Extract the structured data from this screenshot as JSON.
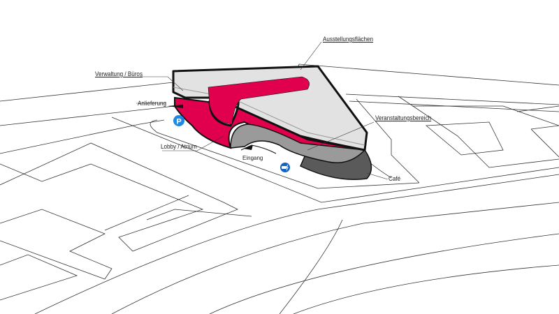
{
  "labels": {
    "ausstellung": "Ausstellungsflächen",
    "verwaltung": "Verwaltung / Büros",
    "anlieferung": "Anlieferung",
    "lobby": "Lobby / Atrium",
    "eingang": "Eingang",
    "veranstaltung": "Veranstaltungsbereich",
    "cafe": "Café"
  },
  "icons": {
    "parking": "P",
    "parking_icon": "parking-sign-icon",
    "ev_icon": "electric-car-charging-icon"
  },
  "colors": {
    "accent": "#e0004d",
    "light_grey": "#e2e2e2",
    "mid_grey": "#9a9a9a",
    "dark_grey": "#5a5a5a",
    "sign_blue": "#1565c0"
  }
}
